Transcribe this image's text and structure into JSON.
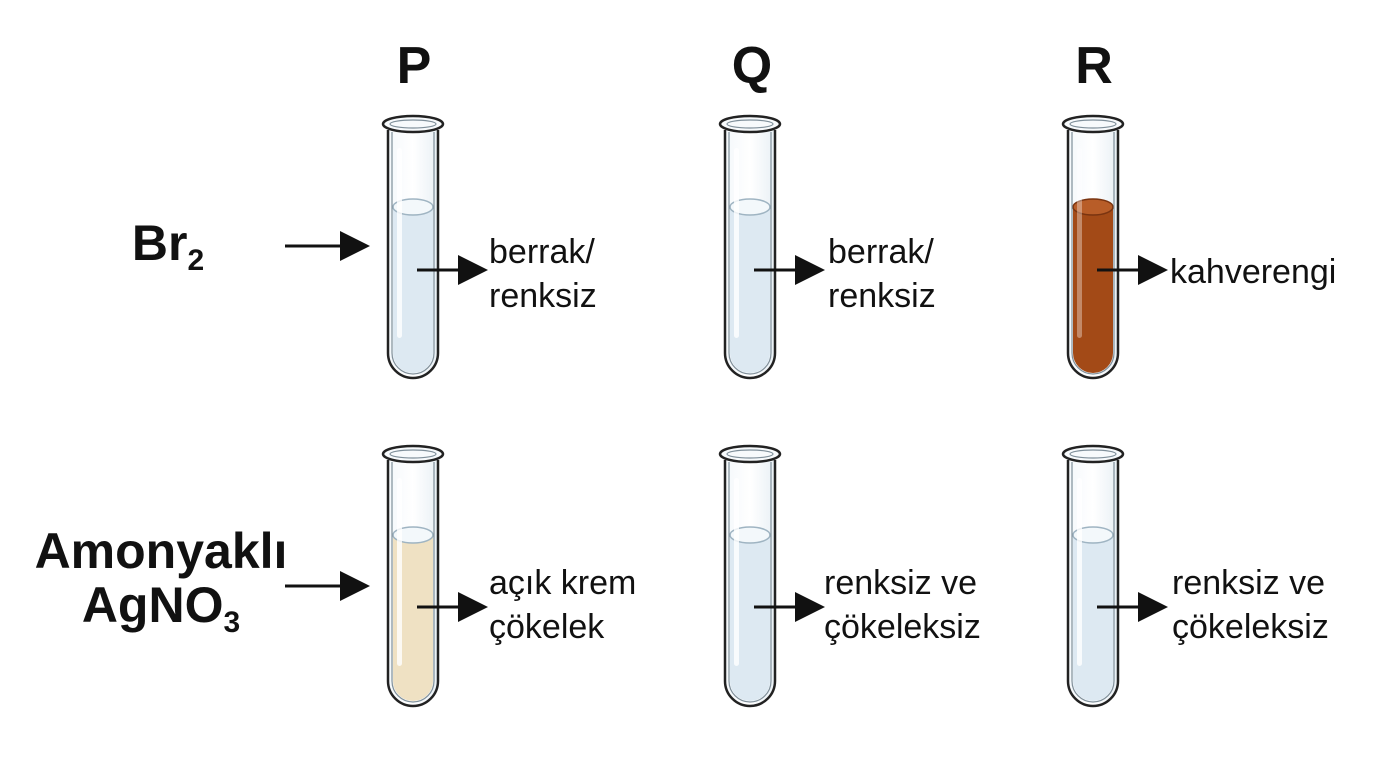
{
  "columns": [
    "P",
    "Q",
    "R"
  ],
  "rows": [
    {
      "reagent": "Br",
      "subscript": "2"
    },
    {
      "reagent_line1": "Amonyaklı",
      "reagent_line2": "AgNO",
      "subscript": "3"
    }
  ],
  "tubes": [
    {
      "row": 0,
      "col": "P",
      "liquid_color": "#dde9f2",
      "text_line1": "berrak/",
      "text_line2": "renksiz"
    },
    {
      "row": 0,
      "col": "Q",
      "liquid_color": "#dde9f2",
      "text_line1": "berrak/",
      "text_line2": "renksiz"
    },
    {
      "row": 0,
      "col": "R",
      "liquid_color": "#a34a17",
      "text_line1": "kahverengi",
      "text_line2": ""
    },
    {
      "row": 1,
      "col": "P",
      "liquid_color": "#efe1c3",
      "text_line1": "açık krem",
      "text_line2": "çökelek"
    },
    {
      "row": 1,
      "col": "Q",
      "liquid_color": "#dde9f2",
      "text_line1": "renksiz ve",
      "text_line2": "çökeleksiz"
    },
    {
      "row": 1,
      "col": "R",
      "liquid_color": "#dde9f2",
      "text_line1": "renksiz ve",
      "text_line2": "çökeleksiz"
    }
  ]
}
